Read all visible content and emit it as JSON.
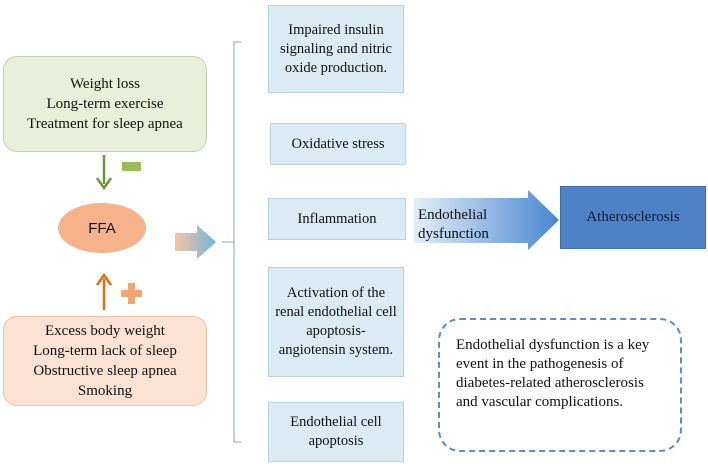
{
  "factors_decreasing": [
    "Weight loss",
    "Long-term exercise",
    "Treatment for sleep apnea"
  ],
  "factors_increasing": [
    "Excess body weight",
    "Long-term lack of sleep",
    "Obstructive sleep apnea",
    "Smoking"
  ],
  "center": "FFA",
  "effects": {
    "insulin": "Impaired insulin signaling and nitric oxide production.",
    "oxidative": "Oxidative stress",
    "inflammation": "Inflammation",
    "ras": "Activation of the renal endothelial cell apoptosis-angiotensin system.",
    "apoptosis": "Endothelial cell apoptosis"
  },
  "endothelial_dysfunction": [
    "Endothelial",
    "dysfunction"
  ],
  "outcome": "Atherosclerosis",
  "note": "Endothelial dysfunction is a key event in the pathogenesis of diabetes-related atherosclerosis and vascular complications.",
  "colors": {
    "minus": "#9bbb59",
    "plus": "#f4a672",
    "green_arrow": "#6f963a",
    "orange_arrow": "#e46c0a",
    "accent": "#4f81c7"
  }
}
